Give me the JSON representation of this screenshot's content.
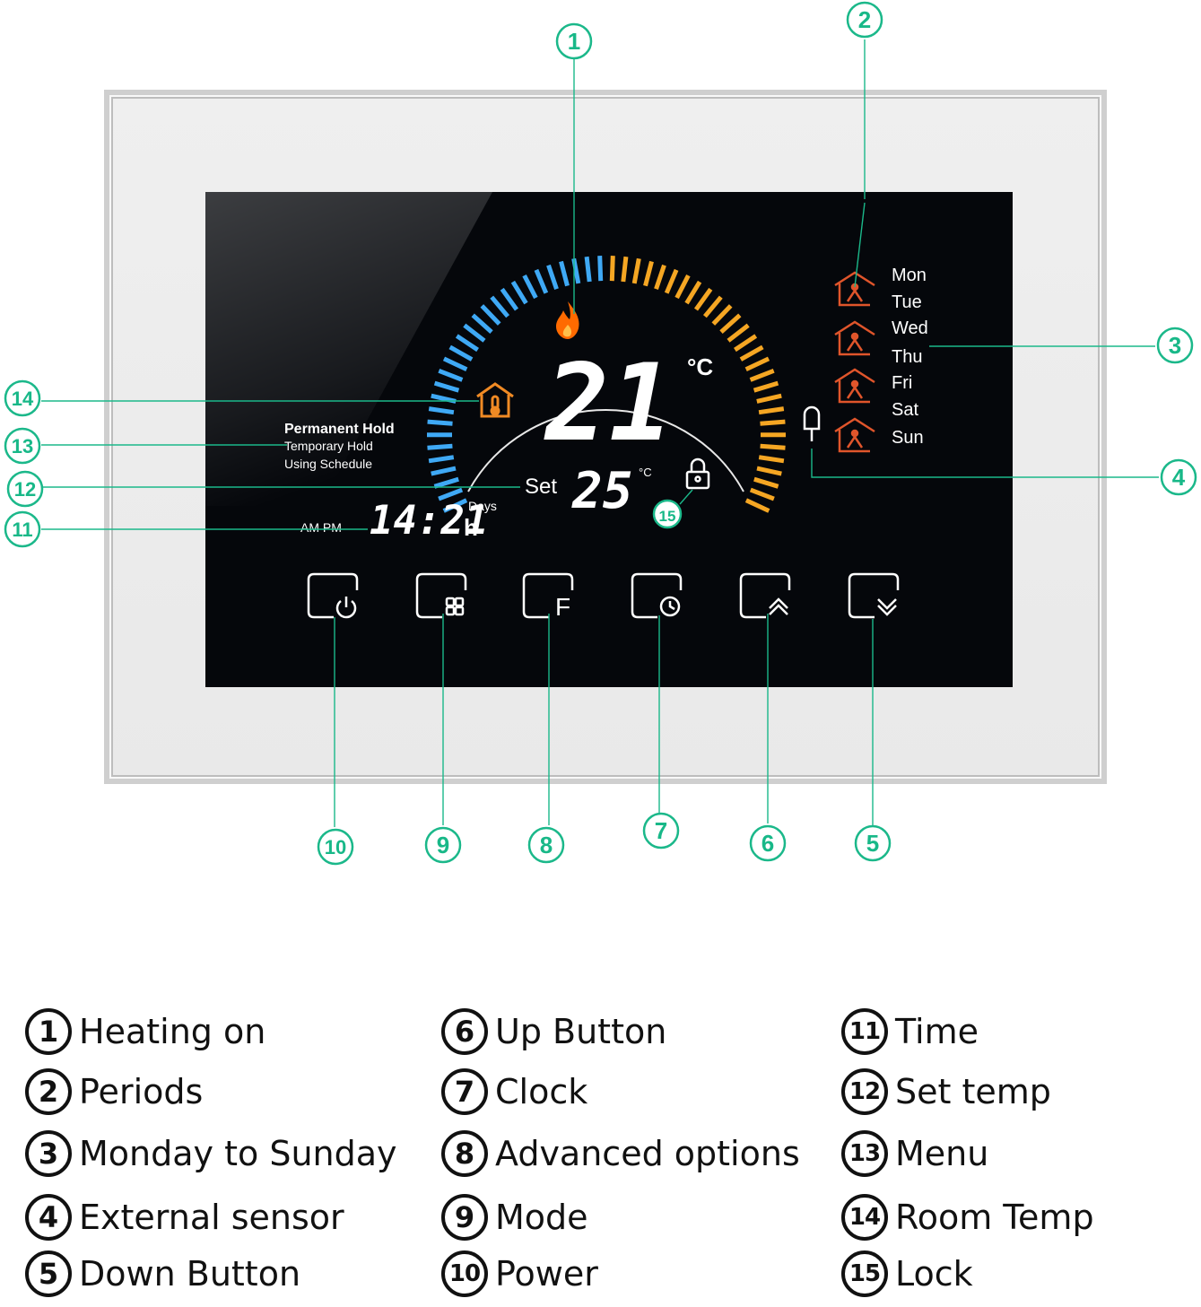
{
  "screen": {
    "room_temp": "21",
    "room_unit": "°C",
    "set_label": "Set",
    "set_temp": "25",
    "set_unit": "°C",
    "time": "14:21",
    "days_label": "Days",
    "hour_label": "h",
    "ampm": "AM PM",
    "menu_items": [
      "Permanent Hold",
      "Temporary Hold",
      "Using Schedule"
    ],
    "weekdays": [
      "Mon",
      "Tue",
      "Wed",
      "Thu",
      "Fri",
      "Sat",
      "Sun"
    ],
    "buttons": [
      {
        "name": "power-button",
        "icon": "power-icon"
      },
      {
        "name": "mode-button",
        "icon": "grid-icon"
      },
      {
        "name": "advanced-options-button",
        "icon": "f-icon",
        "glyph": "F"
      },
      {
        "name": "clock-button",
        "icon": "clock-icon"
      },
      {
        "name": "up-button",
        "icon": "chevron-up-icon"
      },
      {
        "name": "down-button",
        "icon": "chevron-down-icon"
      }
    ],
    "colors": {
      "cool": "#3fa9f5",
      "warm": "#f5a623",
      "flame": "#ff6a00",
      "period": "#e0552b"
    }
  },
  "callouts": [
    "1",
    "2",
    "3",
    "4",
    "5",
    "6",
    "7",
    "8",
    "9",
    "10",
    "11",
    "12",
    "13",
    "14",
    "15"
  ],
  "legend": [
    {
      "num": "1",
      "label": "Heating on"
    },
    {
      "num": "2",
      "label": "Periods"
    },
    {
      "num": "3",
      "label": "Monday to Sunday"
    },
    {
      "num": "4",
      "label": "External sensor"
    },
    {
      "num": "5",
      "label": "Down Button"
    },
    {
      "num": "6",
      "label": "Up Button"
    },
    {
      "num": "7",
      "label": "Clock"
    },
    {
      "num": "8",
      "label": "Advanced options"
    },
    {
      "num": "9",
      "label": "Mode"
    },
    {
      "num": "10",
      "label": "Power"
    },
    {
      "num": "11",
      "label": "Time"
    },
    {
      "num": "12",
      "label": "Set temp"
    },
    {
      "num": "13",
      "label": "Menu"
    },
    {
      "num": "14",
      "label": "Room Temp"
    },
    {
      "num": "15",
      "label": "Lock"
    }
  ]
}
